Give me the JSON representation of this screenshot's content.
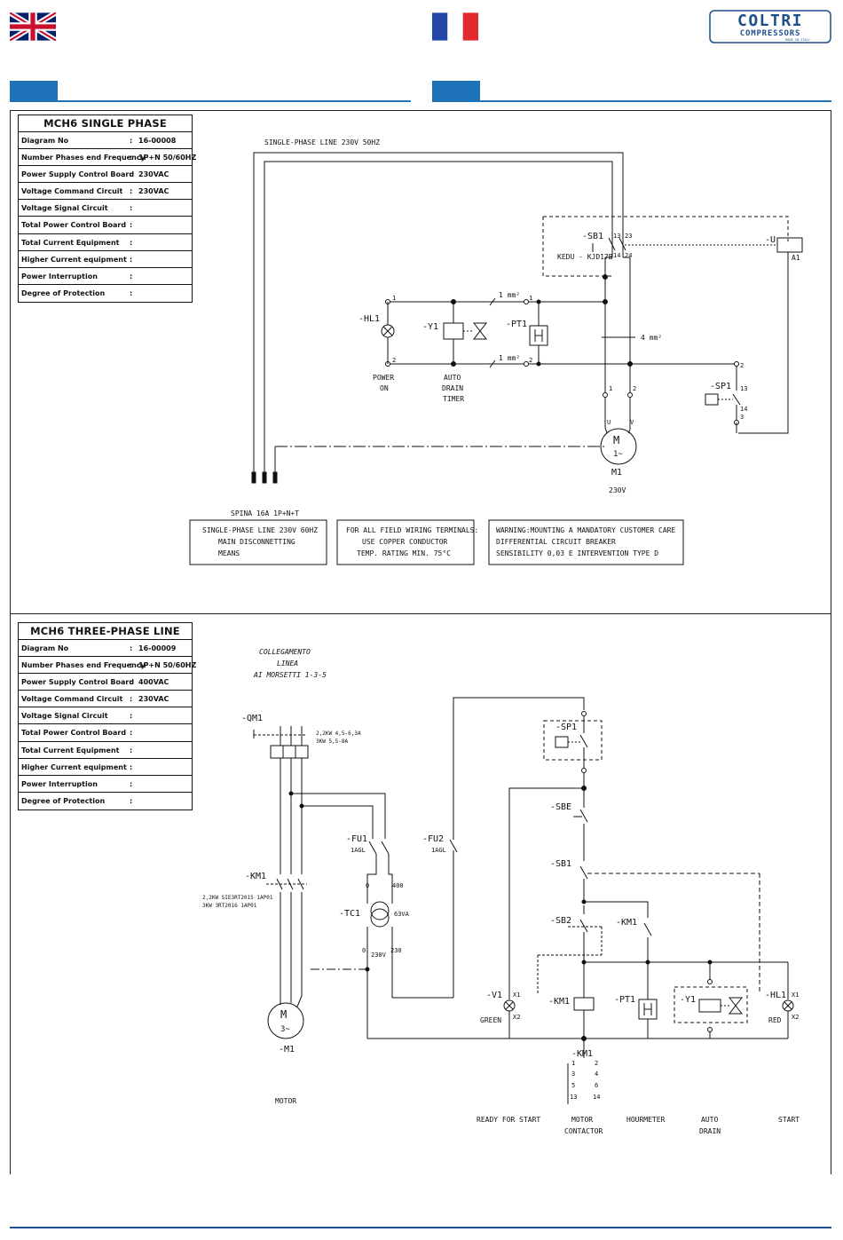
{
  "header": {
    "logo_main": "COLTRI",
    "logo_sub": "COMPRESSORS",
    "logo_tag": "MADE IN ITALY",
    "brand_color": "#1e73b8"
  },
  "single_phase": {
    "spec": {
      "title": "MCH6 SINGLE PHASE",
      "rows": [
        {
          "label": "Diagram No",
          "value": "16-00008"
        },
        {
          "label": "Number Phases end Frequency",
          "value": "1P+N 50/60HZ"
        },
        {
          "label": "Power Supply Control Board",
          "value": "230VAC"
        },
        {
          "label": " Voltage Command  Circuit",
          "value": "230VAC"
        },
        {
          "label": "Voltage Signal Circuit",
          "value": ""
        },
        {
          "label": "Total Power Control Board",
          "value": ""
        },
        {
          "label": "Total Current Equipment",
          "value": ""
        },
        {
          "label": "Higher Current equipment",
          "value": ""
        },
        {
          "label": "Power Interruption",
          "value": ""
        },
        {
          "label": "Degree of Protection",
          "value": ""
        }
      ]
    },
    "line_label": "SINGLE-PHASE LINE 230V 50HZ",
    "plug_label": "SPINA 16A 1P+N+T",
    "sb1": "-SB1",
    "sb1_model": "KEDU - KJD17B",
    "u": "-U",
    "a1": "A1",
    "hl1": "-HL1",
    "y1": "-Y1",
    "pt1": "-PT1",
    "sp1": "-SP1",
    "mm2_a": "1 mm²",
    "mm2_b": "1 mm²",
    "mm2_c": "4 mm²",
    "motor_name": "M1",
    "motor_voltage": "230V",
    "motor_m": "M",
    "motor_phase": "1~",
    "power_on": [
      "POWER",
      "ON"
    ],
    "auto_drain_timer": [
      "AUTO",
      "DRAIN",
      "TIMER"
    ],
    "notes": [
      [
        "SINGLE-PHASE LINE 230V 60HZ",
        "MAIN DISCONNETTING",
        "MEANS"
      ],
      [
        "FOR ALL FIELD WIRING TERMINALS:",
        "USE COPPER CONDUCTOR",
        "TEMP. RATING MIN. 75°C"
      ],
      [
        "WARNING:MOUNTING A MANDATORY CUSTOMER CARE",
        "DIFFERENTIAL CIRCUIT BREAKER",
        "SENSIBILITY 0,03 E INTERVENTION TYPE D"
      ]
    ],
    "terminals": {
      "t1": "1",
      "t2": "2",
      "t13": "13",
      "t23": "23",
      "t14": "14",
      "t24": "24",
      "u": "U",
      "v": "V",
      "t3": "3"
    }
  },
  "three_phase": {
    "spec": {
      "title": "MCH6 THREE-PHASE LINE",
      "rows": [
        {
          "label": "Diagram No",
          "value": "16-00009"
        },
        {
          "label": "Number Phases end Frequency",
          "value": "1P+N 50/60HZ"
        },
        {
          "label": "Power Supply Control Board",
          "value": "400VAC"
        },
        {
          "label": " Voltage Command  Circuit",
          "value": "230VAC"
        },
        {
          "label": "Voltage Signal Circuit",
          "value": ""
        },
        {
          "label": "Total Power Control Board",
          "value": ""
        },
        {
          "label": "Total Current Equipment",
          "value": ""
        },
        {
          "label": "Higher Current equipment",
          "value": ""
        },
        {
          "label": "Power Interruption",
          "value": ""
        },
        {
          "label": "Degree of Protection",
          "value": ""
        }
      ]
    },
    "collegamento": [
      "COLLEGAMENTO",
      "LINEA",
      "AI MORSETTI 1-3-5"
    ],
    "qm1": "-QM1",
    "qm1_rating_1": "2,2KW 4,5-6,3A",
    "qm1_rating_2": "3KW 5,5-8A",
    "km1": "-KM1",
    "km1_rating_1": "2,2KW SIE3RT2015 1AP01",
    "km1_rating_2": "3KW 3RT2016 1AP01",
    "fu1": "-FU1",
    "fu2": "-FU2",
    "fuse_rating": "1AGL",
    "tc1": "-TC1",
    "tc1_va": "63VA",
    "tc1_400": "400",
    "tc1_230": "230",
    "tc1_0": "0",
    "tc1_230v": "230V",
    "sp1": "-SP1",
    "sbe": "-SBE",
    "sb1": "-SB1",
    "sb2": "-SB2",
    "km1_aux": "-KM1",
    "v1": "-V1",
    "v1_color": "GREEN",
    "hl1": "-HL1",
    "hl1_color": "RED",
    "pt1": "-PT1",
    "y1": "-Y1",
    "motor_name": "-M1",
    "motor_m": "M",
    "motor_phase": "3~",
    "x1": "X1",
    "x2": "X2",
    "bottom_labels": {
      "motor": "MOTOR",
      "ready": "READY FOR START",
      "contactor": [
        "MOTOR",
        "CONTACTOR"
      ],
      "hourmeter": "HOURMETER",
      "auto_drain": [
        "AUTO",
        "DRAIN"
      ],
      "start": "START"
    },
    "contacts": [
      [
        "1",
        "2"
      ],
      [
        "3",
        "4"
      ],
      [
        "5",
        "6"
      ],
      [
        "13",
        "14"
      ]
    ]
  }
}
